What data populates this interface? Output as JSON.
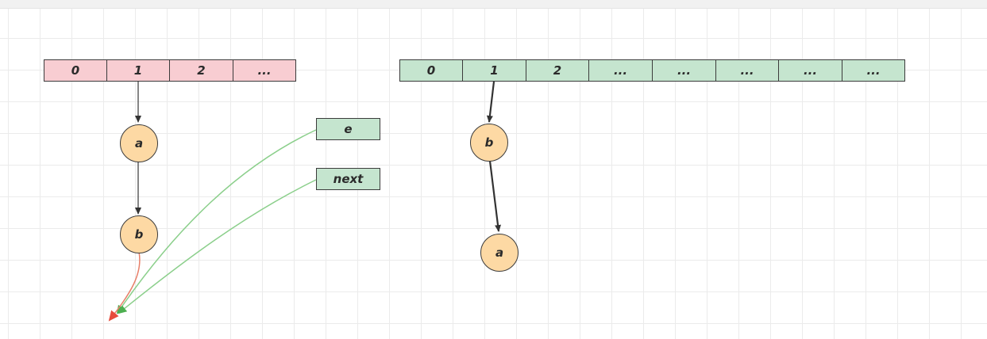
{
  "old_table": {
    "cells": [
      "0",
      "1",
      "2",
      "..."
    ]
  },
  "new_table": {
    "cells": [
      "0",
      "1",
      "2",
      "...",
      "...",
      "...",
      "...",
      "..."
    ]
  },
  "old_chain": {
    "node_1": "a",
    "node_2": "b"
  },
  "pointers": {
    "e": "e",
    "next": "next"
  },
  "new_chain": {
    "node_1": "b",
    "node_2": "a"
  },
  "colors": {
    "old_table_fill": "#f8cdd2",
    "new_table_fill": "#c5e5cf",
    "node_fill": "#fdd9a4",
    "pointer_line": "#7cc47c",
    "null_link": "#e36b4b"
  }
}
